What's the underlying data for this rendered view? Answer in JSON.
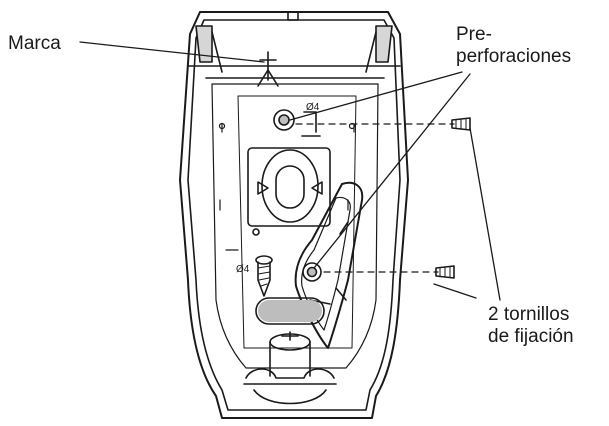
{
  "labels": {
    "marca": "Marca",
    "preperforaciones_line1": "Pre-",
    "preperforaciones_line2": "perforaciones",
    "screws_line1": "2 tornillos",
    "screws_line2": "de fijación"
  },
  "markings": {
    "hole_diameter_top": "Ø4",
    "hole_diameter_screw": "Ø4"
  },
  "colors": {
    "ink": "#1a1a1a",
    "shade": "#bdbdbd",
    "background": "#ffffff"
  }
}
